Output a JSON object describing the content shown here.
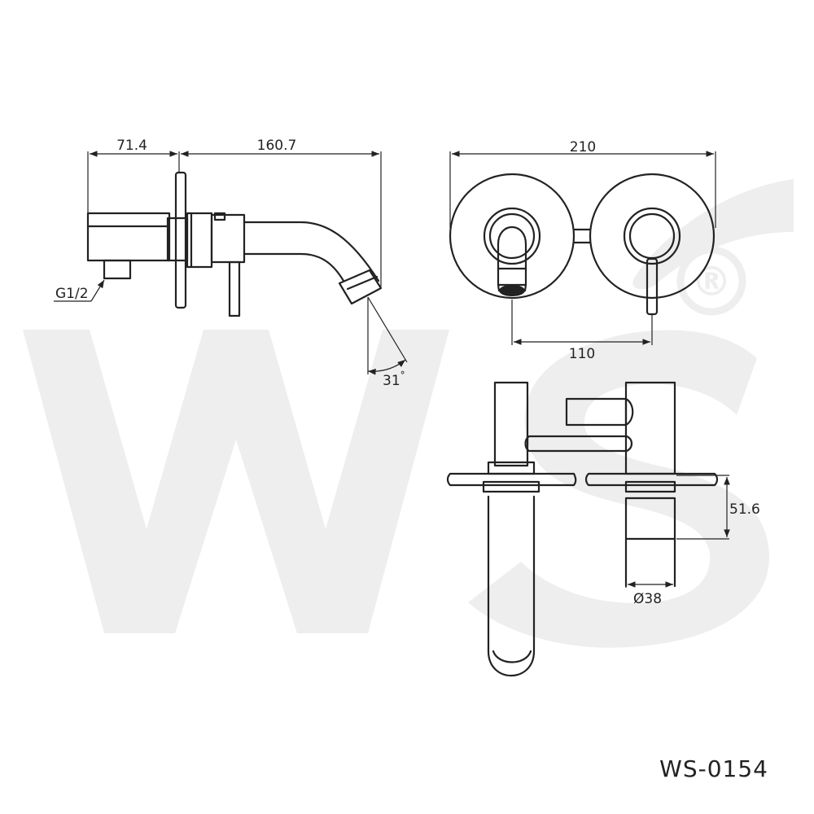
{
  "watermark": {
    "brand": "WS",
    "registered_mark": "®",
    "color": "#eeeeee"
  },
  "dimensions": {
    "depth": "71.4",
    "projection": "160.7",
    "plate_width": "210",
    "centers": "110",
    "angle": "31",
    "angle_unit": "°",
    "thread": "G1/2",
    "lever_height": "51.6",
    "diameter": "Ø38"
  },
  "model_code": "WS-0154",
  "colors": {
    "line": "#222222",
    "watermark": "#eeeeee"
  }
}
